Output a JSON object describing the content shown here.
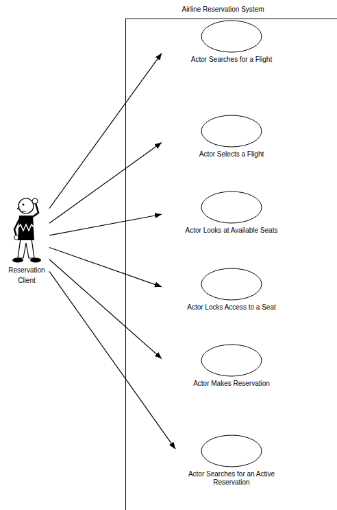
{
  "diagram": {
    "nodes": [
      {
        "text": [
          "Airline Reservation System"
        ]
      },
      {
        "text": [
          "Actor Searches for a Flight"
        ],
        "in": 0
      },
      {
        "text": [
          "Actor Selects a Flight"
        ],
        "in": 0
      },
      {
        "text": [
          "Actor Looks at Available Seats"
        ],
        "in": 0
      },
      {
        "text": [
          "Actor Locks Access to a Seat"
        ],
        "in": 0
      },
      {
        "text": [
          "Actor Makes Reservation"
        ],
        "in": 0
      },
      {
        "text": [
          "Actor Searches for an Active Reservation"
        ],
        "in": 0
      },
      {
        "text": [
          "Reservation Client"
        ]
      }
    ],
    "edges": [
      {
        "from": 7,
        "to": 1,
        "arrow": "to"
      },
      {
        "from": 7,
        "to": 2,
        "arrow": "to"
      },
      {
        "from": 7,
        "to": 3,
        "arrow": "to"
      },
      {
        "from": 7,
        "to": 4,
        "arrow": "to"
      },
      {
        "from": 7,
        "to": 5,
        "arrow": "to"
      },
      {
        "from": 7,
        "to": 6,
        "arrow": "to"
      }
    ]
  }
}
